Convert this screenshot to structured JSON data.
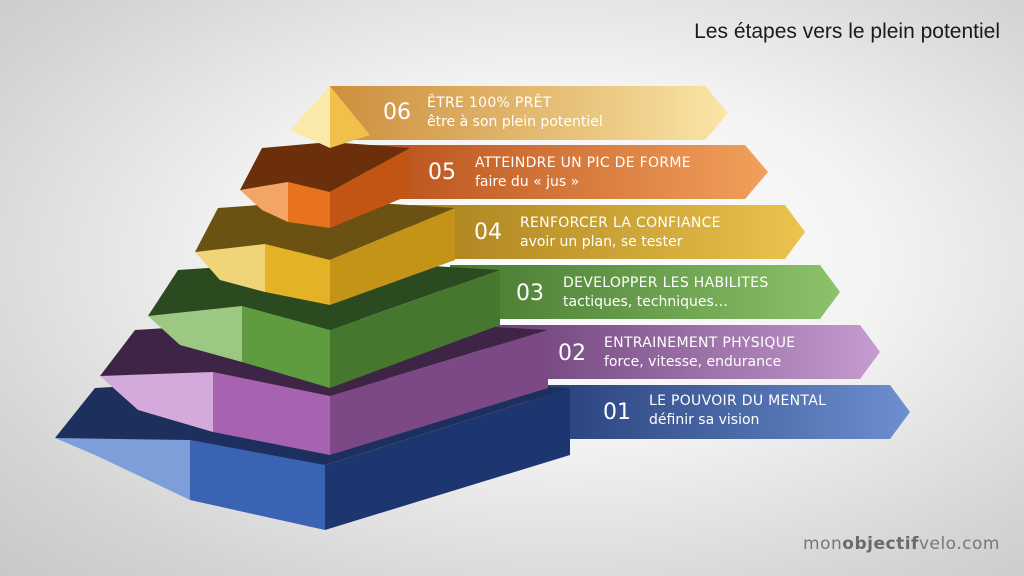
{
  "header": {
    "title": "Les étapes vers le plein potentiel"
  },
  "steps": [
    {
      "number": "06",
      "title": "ÊTRE 100% PRÊT",
      "subtitle": "être à son plein potentiel",
      "color": "#f6d37a"
    },
    {
      "number": "05",
      "title": "ATTEINDRE UN PIC DE FORME",
      "subtitle": "faire du « jus »",
      "color": "#e77a2c"
    },
    {
      "number": "04",
      "title": "RENFORCER LA CONFIANCE",
      "subtitle": "avoir un plan, se tester",
      "color": "#dfb43a"
    },
    {
      "number": "03",
      "title": "DEVELOPPER LES HABILITES",
      "subtitle": "tactiques, techniques…",
      "color": "#6aa84f"
    },
    {
      "number": "02",
      "title": "ENTRAINEMENT PHYSIQUE",
      "subtitle": "force, vitesse, endurance",
      "color": "#a974b1"
    },
    {
      "number": "01",
      "title": "LE POUVOIR DU MENTAL",
      "subtitle": "définir sa vision",
      "color": "#4a6fb5"
    }
  ],
  "footer": {
    "brand_pre": "mon",
    "brand_bold": "objectif",
    "brand_post": "velo.com"
  }
}
